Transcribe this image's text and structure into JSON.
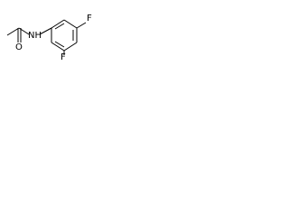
{
  "molecule": {
    "atoms": {
      "oxygen": "O",
      "nitrogen_h": "NH",
      "fluorine_ring_para": "F",
      "fluorine_ring_ortho": "F"
    }
  },
  "colors": {
    "bond": "#000000",
    "label": "#000000",
    "background": "#ffffff"
  }
}
